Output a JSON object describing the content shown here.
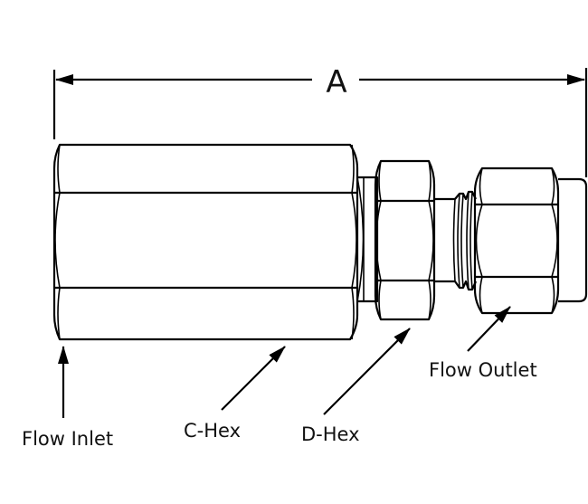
{
  "diagram": {
    "title": "Compression fitting dimension drawing",
    "dimension_label": "A",
    "labels": {
      "flow_inlet": "Flow Inlet",
      "c_hex": "C-Hex",
      "d_hex": "D-Hex",
      "flow_outlet": "Flow Outlet"
    },
    "colors": {
      "line": "#000000",
      "background": "#ffffff"
    }
  }
}
